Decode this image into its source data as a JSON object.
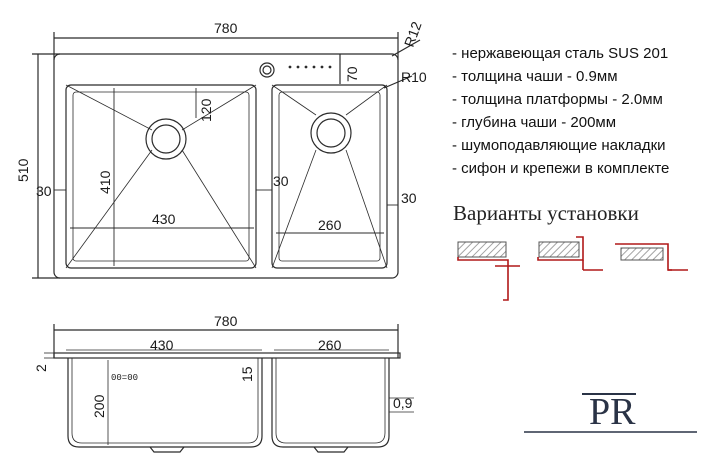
{
  "top_view": {
    "width": "780",
    "height": "510",
    "corner_radius": "R12",
    "bowl_radius": "R10",
    "platform_depth": "70",
    "left_bowl": {
      "width": "430",
      "height": "410",
      "drain_offset": "120",
      "side_margin": "30"
    },
    "right_bowl": {
      "width": "260",
      "gap": "30",
      "right_margin": "30"
    }
  },
  "side_view": {
    "width": "780",
    "left_width": "430",
    "right_width": "260",
    "thickness_top": "2",
    "depth": "200",
    "radius": "15",
    "wall": "0,9",
    "small_mark": "00=00"
  },
  "specs": [
    "- нержавеющая сталь SUS 201",
    "- толщина чаши - 0.9мм",
    "- толщина платформы - 2.0мм",
    "- глубина чаши - 200мм",
    "- шумоподавляющие накладки",
    "- сифон и крепежи в комплекте"
  ],
  "install": {
    "title": "Варианты установки"
  },
  "logo": {
    "text": "PR"
  },
  "colors": {
    "line": "#2b2b2b",
    "red": "#b01818",
    "hatch": "#9a9a9a"
  }
}
